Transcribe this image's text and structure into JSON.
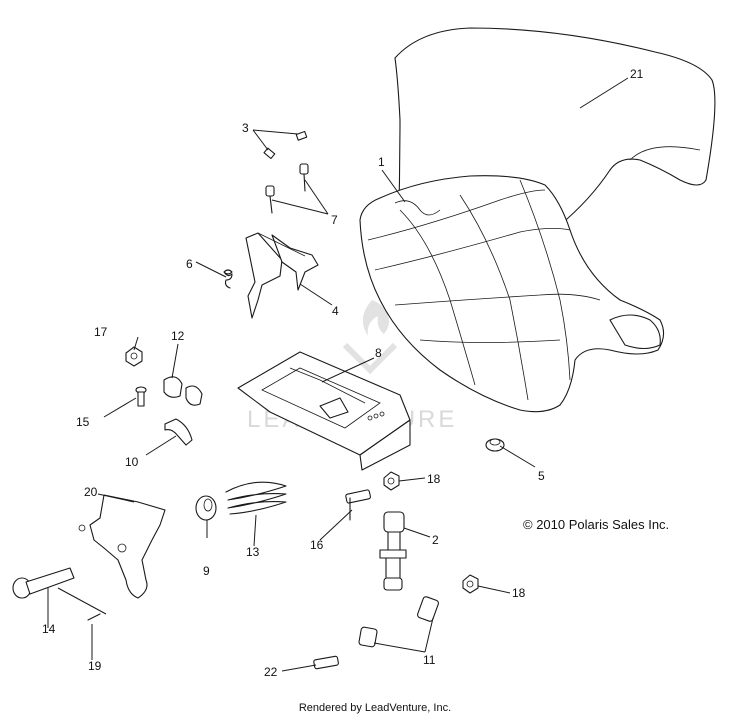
{
  "watermark": "LEADVENTURE",
  "copyright": "© 2010 Polaris Sales Inc.",
  "footer": "Rendered by LeadVenture, Inc.",
  "callouts": [
    "1",
    "2",
    "3",
    "4",
    "5",
    "6",
    "7",
    "8",
    "9",
    "10",
    "11",
    "12",
    "13",
    "14",
    "15",
    "16",
    "17",
    "18",
    "18",
    "19",
    "20",
    "21",
    "22"
  ]
}
